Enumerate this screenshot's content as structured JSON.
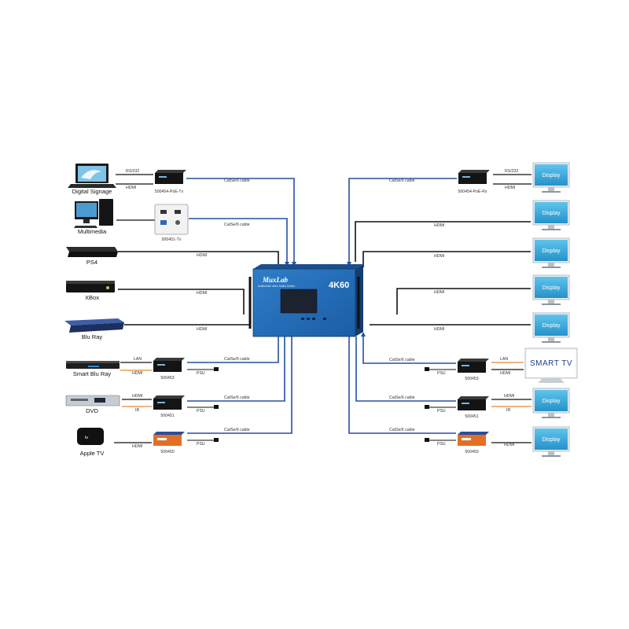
{
  "matrix": {
    "brand": "MuxLab",
    "subtitle": "Multimedia Video Matrix Switch",
    "badge": "4K60"
  },
  "sources": [
    {
      "id": "digital-signage",
      "label": "Digital Signage"
    },
    {
      "id": "multimedia",
      "label": "Multimedia"
    },
    {
      "id": "ps4",
      "label": "PS4"
    },
    {
      "id": "xbox",
      "label": "XBox"
    },
    {
      "id": "blu-ray",
      "label": "Blu Ray"
    },
    {
      "id": "smart-blu-ray",
      "label": "Smart Blu Ray"
    },
    {
      "id": "dvd",
      "label": "DVD"
    },
    {
      "id": "apple-tv",
      "label": "Apple TV"
    }
  ],
  "left_parts": [
    "500454-PoE-Tx",
    "500451-Tx",
    "500453",
    "500451",
    "500450"
  ],
  "right_parts": [
    "500454-PoE-Rx",
    "500453",
    "500451",
    "500450"
  ],
  "cables": {
    "rs232": "RS/232",
    "hdmi": "HDMI",
    "catx": "CatSe/6 cable",
    "lan": "LAN",
    "ir": "IR",
    "psu": "PSU"
  },
  "display_label": "Display",
  "smart_tv_label": "SMART TV"
}
